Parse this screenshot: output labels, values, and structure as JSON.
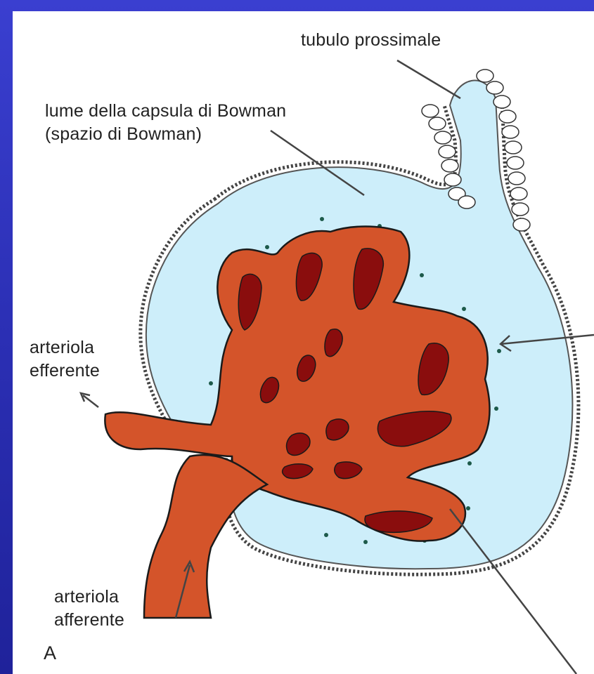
{
  "labels": {
    "proximal_tubule": "tubulo prossimale",
    "bowman_lumen_line1": "lume della capsula di Bowman",
    "bowman_lumen_line2": "(spazio di Bowman)",
    "efferent_line1": "arteriola",
    "efferent_line2": "efferente",
    "afferent_line1": "arteriola",
    "afferent_line2": "afferente",
    "panel_letter": "A"
  },
  "colors": {
    "background_border": "#2b2fb4",
    "bowman_space": "#cdeefa",
    "capillary": "#d4542a",
    "capillary_lumen": "#8a0d0d",
    "outline": "#1a1a1a"
  }
}
